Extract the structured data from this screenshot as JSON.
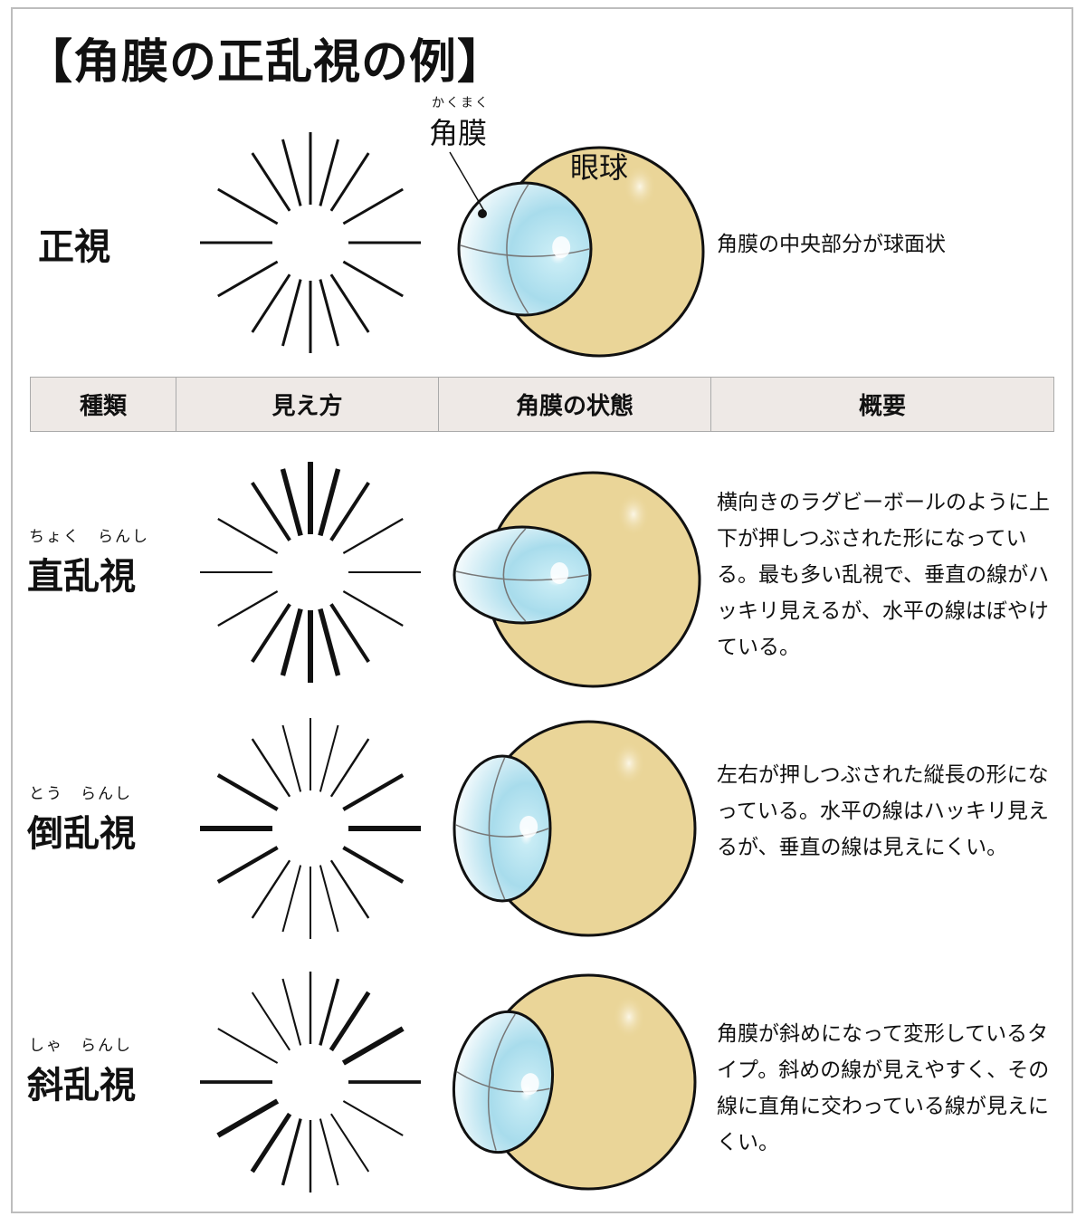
{
  "title": "【角膜の正乱視の例】",
  "colors": {
    "eyeball": "#ead598",
    "cornea_edge": "#ffffff",
    "cornea_center": "#a8dcec",
    "header_bg": "#eee9e6",
    "frame": "#bdbdbd"
  },
  "normal": {
    "label": "正視",
    "cornea_ruby": "かくまく",
    "cornea_label": "角膜",
    "eyeball_label": "眼球",
    "description": "角膜の中央部分が球面状"
  },
  "table_header": [
    "種類",
    "見え方",
    "角膜の状態",
    "概要"
  ],
  "rows": [
    {
      "ruby": "ちょく　らんし",
      "label": "直乱視",
      "description": "横向きのラグビーボールのように上下が押しつぶされた形になっている。最も多い乱視で、垂直の線がハッキリ見えるが、水平の線はぼやけている。"
    },
    {
      "ruby": "とう　らんし",
      "label": "倒乱視",
      "description": "左右が押しつぶされた縦長の形になっている。水平の線はハッキリ見えるが、垂直の線は見えにくい。"
    },
    {
      "ruby": "しゃ　らんし",
      "label": "斜乱視",
      "description": "角膜が斜めになって変形しているタイプ。斜めの線が見えやすく、その線に直角に交わっている線が見えにくい。"
    }
  ]
}
